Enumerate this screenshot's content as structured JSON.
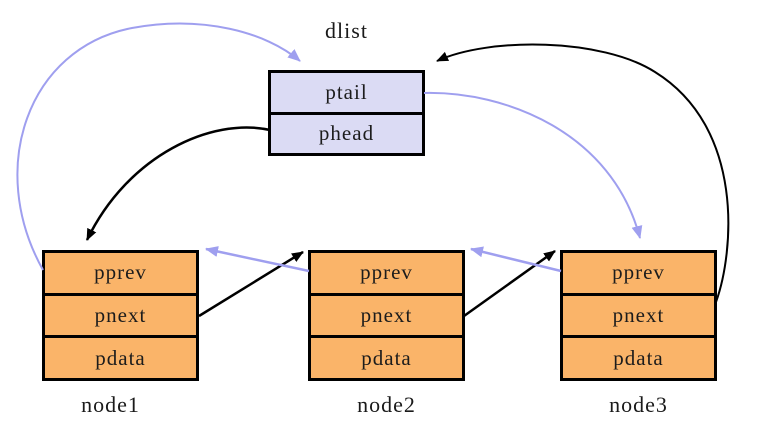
{
  "diagram": {
    "type": "doubly-linked-list",
    "dlist": {
      "label": "dlist",
      "fields": [
        "ptail",
        "phead"
      ]
    },
    "nodes": [
      {
        "label": "node1",
        "fields": [
          "pprev",
          "pnext",
          "pdata"
        ]
      },
      {
        "label": "node2",
        "fields": [
          "pprev",
          "pnext",
          "pdata"
        ]
      },
      {
        "label": "node3",
        "fields": [
          "pprev",
          "pnext",
          "pdata"
        ]
      }
    ],
    "edges": [
      {
        "from": "node1.pprev",
        "to": "dlist",
        "kind": "prev-pointer"
      },
      {
        "from": "dlist.phead",
        "to": "node1",
        "kind": "next-pointer"
      },
      {
        "from": "dlist.ptail",
        "to": "node3",
        "kind": "prev-pointer"
      },
      {
        "from": "node3.pnext",
        "to": "dlist",
        "kind": "next-pointer"
      },
      {
        "from": "node1.pnext",
        "to": "node2",
        "kind": "next-pointer"
      },
      {
        "from": "node2.pprev",
        "to": "node1",
        "kind": "prev-pointer"
      },
      {
        "from": "node2.pnext",
        "to": "node3",
        "kind": "next-pointer"
      },
      {
        "from": "node3.pprev",
        "to": "node2",
        "kind": "prev-pointer"
      }
    ],
    "colors": {
      "background": "#ffffff",
      "dlist_fill": "#dbdbf4",
      "node_fill": "#fab469",
      "border": "#000000",
      "prev_arrow": "#9f9fef",
      "next_arrow": "#000000",
      "text": "#1a1a1a"
    }
  }
}
